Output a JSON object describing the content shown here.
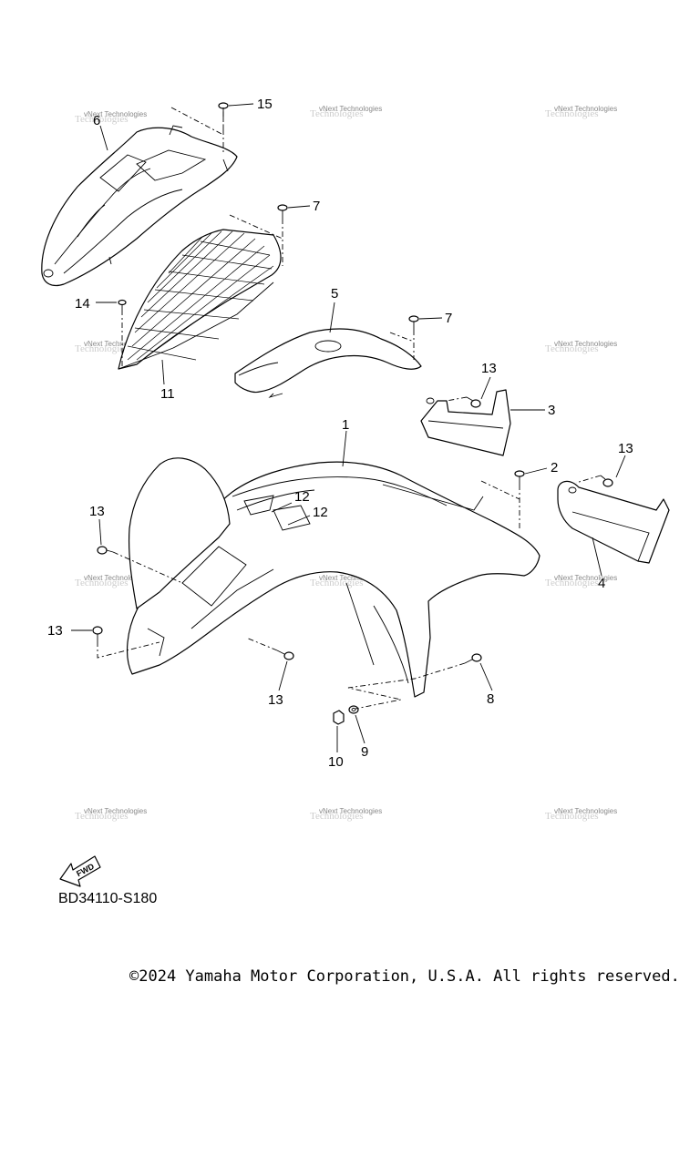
{
  "diagram": {
    "code": "BD34110-S180",
    "copyright": "©2024 Yamaha Motor Corporation, U.S.A. All rights reserved.",
    "fwd_label": "FWD",
    "watermark": {
      "line1": "vNext Technologies",
      "line2": "Technologies"
    },
    "callouts": [
      "15",
      "6",
      "7",
      "14",
      "11",
      "5",
      "7",
      "13",
      "3",
      "1",
      "2",
      "13",
      "12",
      "12",
      "13",
      "13",
      "4",
      "13",
      "8",
      "10",
      "9"
    ]
  }
}
